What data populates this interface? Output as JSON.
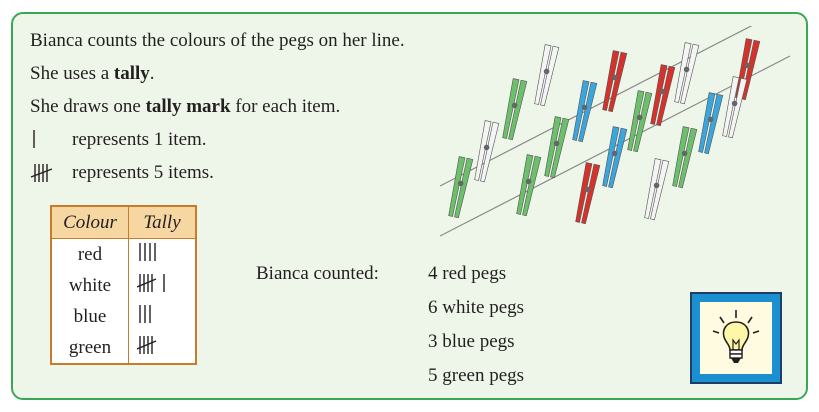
{
  "intro": {
    "line1": "Bianca counts the colours of the pegs on her line.",
    "line2_pre": "She uses a ",
    "line2_bold": "tally",
    "line2_post": ".",
    "line3_pre": "She draws one ",
    "line3_bold": "tally mark",
    "line3_post": " for each item.",
    "one_mark": "represents 1 item.",
    "five_marks": "represents 5 items."
  },
  "table": {
    "headers": [
      "Colour",
      "Tally"
    ],
    "rows": [
      {
        "colour": "red",
        "tally": 4
      },
      {
        "colour": "white",
        "tally": 6
      },
      {
        "colour": "blue",
        "tally": 3
      },
      {
        "colour": "green",
        "tally": 5
      }
    ]
  },
  "counted": {
    "label": "Bianca counted:",
    "items": [
      "4 red pegs",
      "6 white pegs",
      "3 blue pegs",
      "5 green pegs"
    ]
  },
  "colors": {
    "border": "#3aa757",
    "panel_bg": "#eef6ea",
    "table_border": "#c97b2c",
    "table_header": "#f6d7a2",
    "peg_red": "#d6322c",
    "peg_green": "#6cc06b",
    "peg_blue": "#3aa6dd",
    "peg_white": "#f4f4f4",
    "hint_blue": "#1c8fd1"
  },
  "icons": {
    "hint": "lightbulb-icon"
  }
}
